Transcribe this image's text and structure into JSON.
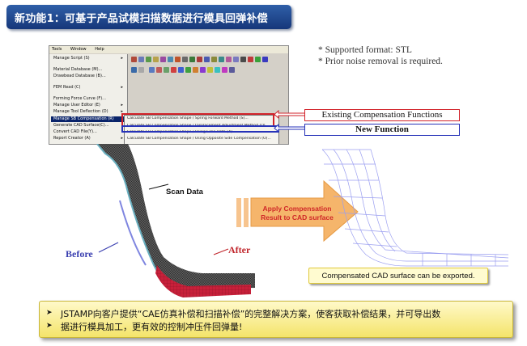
{
  "header": {
    "title": "新功能1：可基于产品试模扫描数据进行模具回弹补偿"
  },
  "notes": [
    "* Supported format:  STL",
    "* Prior noise removal is required."
  ],
  "menu_shot": {
    "menubar": [
      "Tools",
      "Window",
      "Help"
    ],
    "items": [
      {
        "label": "Manage Script (S)"
      },
      {
        "label": "Material Database (M)..."
      },
      {
        "label": "Drawbead Database (B)..."
      },
      {
        "label": "FEM Read (C)"
      },
      {
        "label": "Forming Force Curve (F)..."
      },
      {
        "label": "Manage User Editor (E)"
      },
      {
        "label": "Manage Tool Deflection (D)"
      },
      {
        "label": "Manage SB Compensation (R)"
      },
      {
        "label": "Generate CAD Surface(C)..."
      },
      {
        "label": "Convert CAD File(Y)..."
      },
      {
        "label": "Report Creator (A)"
      }
    ],
    "submenu": [
      "Calculate SB Compensation Shape / Spring Forward Method (S)...",
      "Calculate SB Compensation Shape / Displacement Adjustment Method (D)...",
      "Calculate SB Compensation Shape / Using Scan Data (A)",
      "Calculate SB Compensation Shape / Using Opposite Side Compensation (O)..."
    ]
  },
  "callouts": {
    "existing": "Existing Compensation Functions",
    "new": "New Function"
  },
  "labels": {
    "scan_data": "Scan Data",
    "before": "Before",
    "after": "After",
    "apply_line1": "Apply Compensation",
    "apply_line2": "Result to CAD surface",
    "compensated": "Compensated CAD surface can be exported."
  },
  "bottom": {
    "lines": [
      "JSTAMP向客户提供“CAE仿真补偿和扫描补偿”的完整解决方案，使客获取补偿结果，并可导出数",
      "据进行模具加工，更有效的控制冲压件回弹量!"
    ]
  },
  "colors": {
    "banner": "#1f4a94",
    "red": "#d2222a",
    "blue": "#2632b8",
    "arrow": "#f5b56b",
    "mesh_blue": "#7f86e0"
  }
}
